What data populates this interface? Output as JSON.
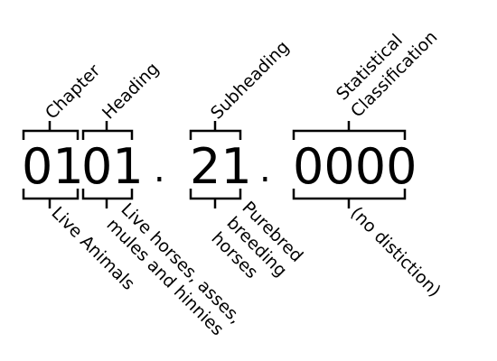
{
  "code": {
    "chapter_digits": "01",
    "heading_digits": "01",
    "separator_1": ".",
    "subheading_digits": "21",
    "separator_2": ".",
    "statistical_digits": "0000"
  },
  "top_labels": {
    "chapter": "Chapter",
    "heading": "Heading",
    "subheading": "Subheading",
    "statistical_line1": "Statistical",
    "statistical_line2": "Classification"
  },
  "bottom_labels": {
    "chapter": "Live Animals",
    "heading_line1": "Live horses, asses,",
    "heading_line2": "mules and hinnies",
    "subheading_line1": "Purebred",
    "subheading_line2": "breeding",
    "subheading_line3": "horses",
    "statistical": "(no distiction)"
  }
}
